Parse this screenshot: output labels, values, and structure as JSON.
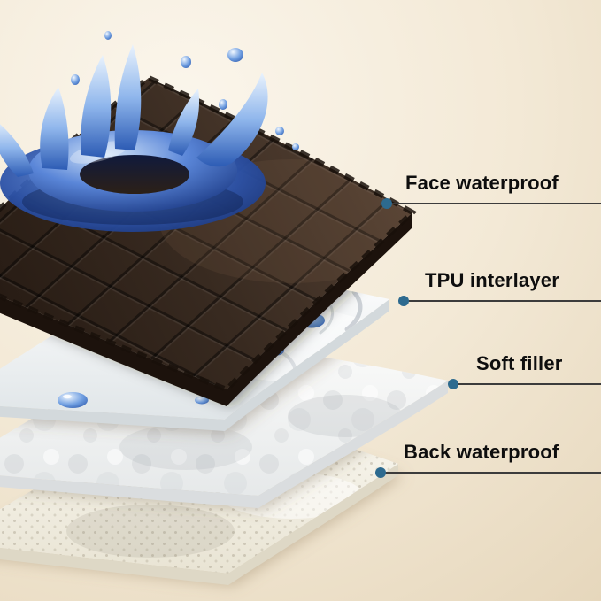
{
  "annotations": [
    {
      "label": "Face waterproof"
    },
    {
      "label": "TPU interlayer"
    },
    {
      "label": "Soft filler"
    },
    {
      "label": "Back waterproof"
    }
  ],
  "layers": [
    {
      "name": "face-waterproof-layer"
    },
    {
      "name": "tpu-interlayer"
    },
    {
      "name": "soft-filler-layer"
    },
    {
      "name": "back-waterproof-layer"
    }
  ],
  "graphics": {
    "splash": "water-splash",
    "droplets": "water-droplets"
  },
  "colors": {
    "background_center": "#fbf6ec",
    "background_mid": "#f3e9d6",
    "background_edge": "#e6d7bc",
    "annotation_text": "#0e0e0e",
    "annotation_line": "#3c3c3c",
    "annotation_dot": "#2d6a8f",
    "face_layer": "#382a20",
    "splash_blue": "#2c52a8",
    "tpu_layer": "#eef2f4",
    "soft_filler": "#f3f4f4",
    "back_layer": "#f2efe4"
  }
}
